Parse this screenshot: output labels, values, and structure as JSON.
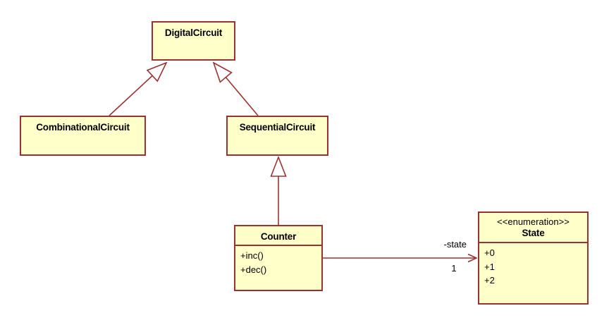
{
  "colors": {
    "canvas_background": "#ffffff",
    "node_fill": "#FFFFC9",
    "node_border": "#993333",
    "text": "#000000"
  },
  "diagram": {
    "classes": [
      {
        "id": "digital_circuit",
        "name": "DigitalCircuit",
        "stereotype": "",
        "attributes": [],
        "operations": []
      },
      {
        "id": "combinational_circuit",
        "name": "CombinationalCircuit",
        "stereotype": "",
        "attributes": [],
        "operations": []
      },
      {
        "id": "sequential_circuit",
        "name": "SequentialCircuit",
        "stereotype": "",
        "attributes": [],
        "operations": []
      },
      {
        "id": "counter",
        "name": "Counter",
        "stereotype": "",
        "attributes": [],
        "operations": [
          "+inc()",
          "+dec()"
        ]
      },
      {
        "id": "state",
        "name": "State",
        "stereotype": "<<enumeration>>",
        "literals": [
          "+0",
          "+1",
          "+2"
        ]
      }
    ],
    "relationships": [
      {
        "type": "generalization",
        "from": "CombinationalCircuit",
        "to": "DigitalCircuit"
      },
      {
        "type": "generalization",
        "from": "SequentialCircuit",
        "to": "DigitalCircuit"
      },
      {
        "type": "generalization",
        "from": "Counter",
        "to": "SequentialCircuit"
      },
      {
        "type": "association",
        "from": "Counter",
        "to": "State",
        "role_label": "-state",
        "multiplicity": "1"
      }
    ]
  }
}
